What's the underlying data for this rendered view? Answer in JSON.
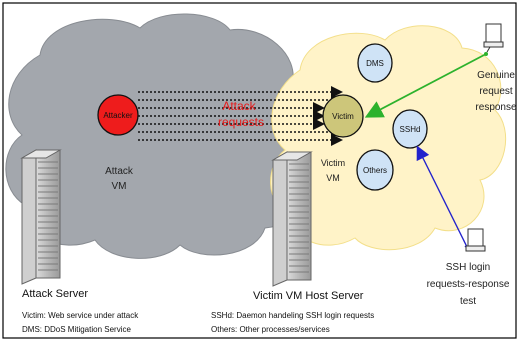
{
  "nodes": {
    "attacker": "Attacker",
    "victim": "Victim",
    "dms": "DMS",
    "sshd": "SSHd",
    "others": "Others"
  },
  "labels": {
    "attack_requests_line1": "Attack",
    "attack_requests_line2": "requests",
    "attack_vm_line1": "Attack",
    "attack_vm_line2": "VM",
    "victim_vm_line1": "Victim",
    "victim_vm_line2": "VM",
    "genuine_line1": "Genuine",
    "genuine_line2": "request",
    "genuine_line3": "response",
    "ssh_line1": "SSH login",
    "ssh_line2": "requests-response",
    "ssh_line3": "test",
    "attack_server": "Attack Server",
    "victim_host_server": "Victim VM Host Server"
  },
  "legend": {
    "victim": "Victim: Web service under attack",
    "dms": "DMS: DDoS Mitigation Service",
    "sshd": "SSHd: Daemon handeling SSH login requests",
    "others": "Others: Other processes/services"
  },
  "colors": {
    "attack_cloud": "#a3a7ad",
    "victim_cloud": "#fff3c8",
    "attacker": "#ee1c1c",
    "victim": "#cdc67a",
    "service": "#cfe3f6",
    "attack_text": "#e81a1a",
    "genuine_arrow": "#2db22d",
    "ssh_arrow": "#2222cc"
  }
}
